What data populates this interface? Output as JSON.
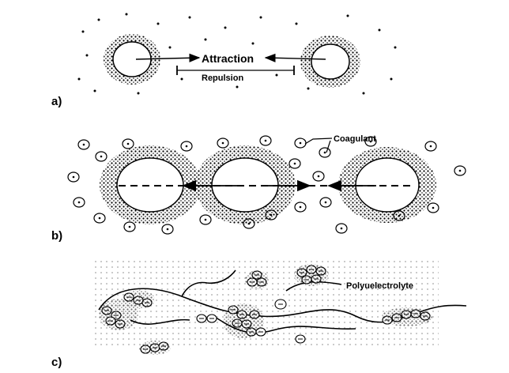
{
  "panels": {
    "a": {
      "label": "a)",
      "attraction": "Attraction",
      "repulsion": "Repulsion"
    },
    "b": {
      "label": "b)",
      "coagulant": "Coagulant"
    },
    "c": {
      "label": "c)",
      "polyelectrolyte": "Polyuelectrolyte"
    }
  },
  "colors": {
    "ink": "#000000",
    "background": "#ffffff"
  }
}
